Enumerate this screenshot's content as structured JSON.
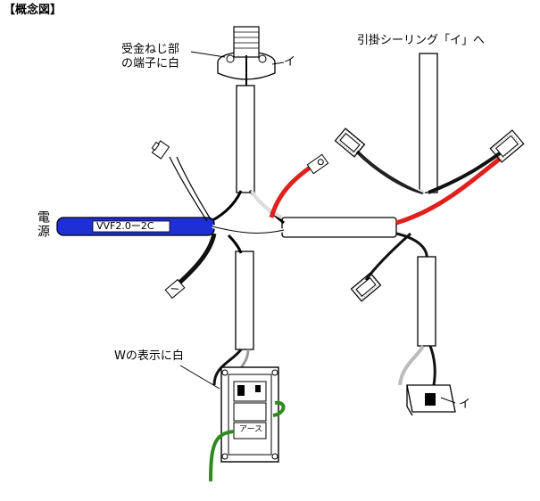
{
  "diagram_title": "【概念図】",
  "labels": {
    "lamp_terminal_line1": "受金ねじ部",
    "lamp_terminal_line2": "の端子に白",
    "lamp_tag": "イ",
    "ceiling_rosette": "引掛シーリング「イ」へ",
    "power_source": "電源",
    "cable_type": "VVF2.0ー2C",
    "w_terminal": "Wの表示に白",
    "switch_tag": "イ",
    "switch_plate_text": "アース"
  },
  "colors": {
    "cable_sheath": "#ffffff",
    "wire_black": "#111111",
    "wire_red": "#e0201c",
    "wire_green": "#2e8b1e",
    "power_cable_fill": "#1f2fd6",
    "outline": "#000000"
  },
  "icons": [
    "lamp-receptacle-icon",
    "wire-connector-icon",
    "switch-icon",
    "outlet-icon"
  ]
}
